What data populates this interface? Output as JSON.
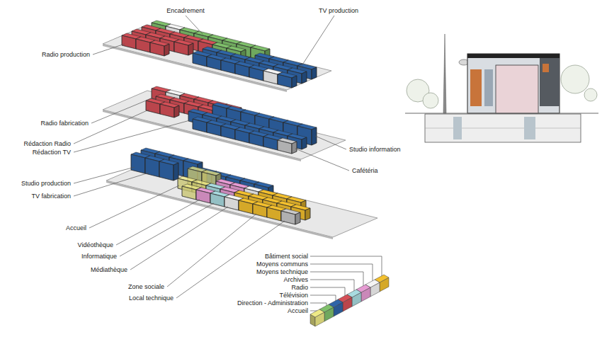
{
  "diagram": {
    "labels": [
      "Encadrement",
      "TV production",
      "Radio production",
      "Radio fabrication",
      "Rédaction Radio",
      "Rédaction TV",
      "Studio information",
      "Cafétéria",
      "Studio production",
      "TV fabrication",
      "Accueil",
      "Vidéothèque",
      "Informatique",
      "Médiathèque",
      "Zone sociale",
      "Local technique"
    ],
    "legend": [
      {
        "text": "Bâtiment social",
        "color": "#f3c02e"
      },
      {
        "text": "Moyens communs",
        "color": "#f4f4f4"
      },
      {
        "text": "Moyens technique",
        "color": "#e69bd3"
      },
      {
        "text": "Archives",
        "color": "#a9dbe0"
      },
      {
        "text": "Radio",
        "color": "#d44f57"
      },
      {
        "text": "Télévision",
        "color": "#2f65a8"
      },
      {
        "text": "Direction - Administration",
        "color": "#7fc06b"
      },
      {
        "text": "Accueil",
        "color": "#eeea86"
      }
    ]
  }
}
